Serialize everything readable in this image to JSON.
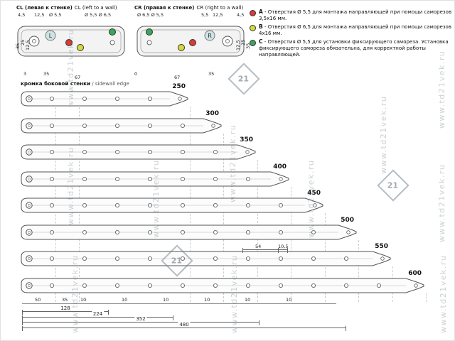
{
  "watermark": {
    "text": "www.td21vek.ru",
    "logo_number": "21"
  },
  "header": {
    "cl": {
      "title_ru": "CL (левая к стенке)",
      "title_en": "CL (left to a wall)",
      "letter": "L",
      "dims": {
        "a": "4,5",
        "b": "12,5",
        "c": "Ø 5,5",
        "d": "Ø 5,5  Ø 6,5",
        "s1": "35",
        "s2": "25",
        "s3": "12,5",
        "b1": "3",
        "b2": "35",
        "b3": "67"
      }
    },
    "cr": {
      "title_ru": "CR (правая к стенке)",
      "title_en": "CR (right to a wall)",
      "letter": "R",
      "dims": {
        "a": "Ø 6,5  Ø 5,5",
        "b": "5,5",
        "c": "12,5",
        "d": "4,5",
        "s1": "35",
        "s2": "25",
        "s3": "12,5",
        "b0": "0",
        "b2": "67",
        "b3": "35"
      }
    },
    "legend": [
      {
        "letter": "A",
        "color": "#d93a36",
        "text": "- Отверстия Ø 5,5 для монтажа направляющей при помощи саморезов 3,5х16 мм."
      },
      {
        "letter": "B",
        "color": "#d8d93a",
        "text": "- Отверстия Ø 6,5 для монтажа направляющей при помощи саморезов 4х16 мм."
      },
      {
        "letter": "C",
        "color": "#3aa65a",
        "text": "- Отверстия Ø 5,5 для установки фиксирующего самореза. Установка фиксирующего самореза обязательна, для корректной работы направляющей."
      }
    ]
  },
  "sidewall": {
    "ru": "кромка боковой стенки",
    "en": " / sidewall edge"
  },
  "slides": [
    {
      "label": "250",
      "mm": 250
    },
    {
      "label": "300",
      "mm": 300
    },
    {
      "label": "350",
      "mm": 350
    },
    {
      "label": "400",
      "mm": 400
    },
    {
      "label": "450",
      "mm": 450
    },
    {
      "label": "500",
      "mm": 500
    },
    {
      "label": "550",
      "mm": 550
    },
    {
      "label": "600",
      "mm": 600
    }
  ],
  "dimensions": {
    "chain": [
      "50",
      "35",
      "10",
      "10",
      "10",
      "10",
      "10",
      "10"
    ],
    "mid": {
      "d54": "54",
      "d105": "10,5"
    },
    "stacked": [
      {
        "label": "128",
        "mm": 128
      },
      {
        "label": "224",
        "mm": 224
      },
      {
        "label": "352",
        "mm": 352
      },
      {
        "label": "480",
        "mm": 480
      }
    ]
  }
}
